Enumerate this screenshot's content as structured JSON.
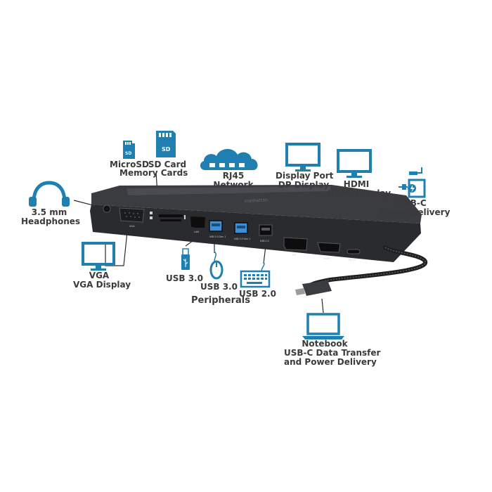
{
  "colors": {
    "icon": "#1e7fb0",
    "line": "#2a2a2a",
    "dock_top": "#3a3c40",
    "dock_front": "#2a2b2e",
    "port": "#0d0d0e",
    "usb_blue": "#3f8fd6",
    "label": "#3a3a3a"
  },
  "labels": {
    "microsd": "MicroSD",
    "sd_card": "SD Card",
    "memory_cards": "Memory Cards",
    "rj45": "RJ45",
    "network": "Network",
    "display_port": "Display Port",
    "dp_display": "DP Display",
    "hdmi": "HDMI",
    "hdmi_display": "HDMI Display",
    "usbc": "USB-C",
    "power_delivery": "Power Delivery",
    "headphones_size": "3.5 mm",
    "headphones": "Headphones",
    "vga": "VGA",
    "vga_display": "VGA Display",
    "usb30_a": "USB 3.0",
    "usb30_b": "USB 3.0",
    "usb20": "USB 2.0",
    "peripherals": "Peripherals",
    "notebook": "Notebook",
    "usbc_data": "USB-C Data Transfer",
    "and_power": "and Power Delivery"
  },
  "port_labels": {
    "lan": "LAN",
    "usb3_1": "USB 3.0 Gen 1",
    "usb3_2": "USB 3.0 Gen 1",
    "usb2": "USB 2.0",
    "dp": "DP",
    "hdmi": "HDMI",
    "pd": "PD 3.0",
    "vga": "VGA"
  },
  "brand": "manhattan",
  "sd_badge": "SD"
}
